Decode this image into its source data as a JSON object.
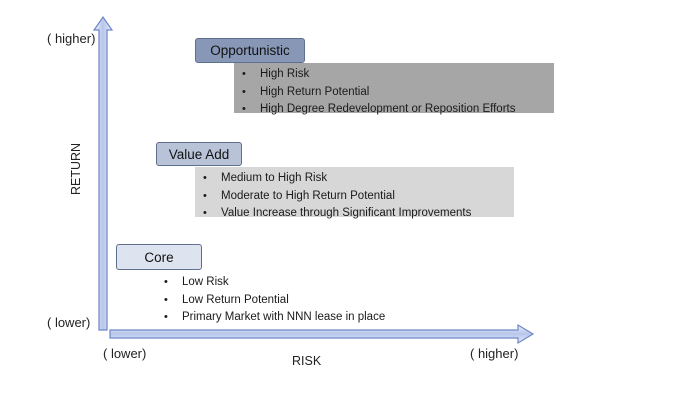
{
  "axes": {
    "y_label": "RETURN",
    "y_high": "( higher)",
    "y_low": "( lower)",
    "x_label": "RISK",
    "x_low": "( lower)",
    "x_high": "( higher)"
  },
  "tiers": {
    "opportunistic": {
      "label": "Opportunistic",
      "bullets": [
        "High Risk",
        "High Return Potential",
        "High Degree Redevelopment or Reposition Efforts"
      ]
    },
    "value_add": {
      "label": "Value Add",
      "bullets": [
        "Medium to High Risk",
        "Moderate to High Return Potential",
        "Value Increase through Significant Improvements"
      ]
    },
    "core": {
      "label": "Core",
      "bullets": [
        "Low Risk",
        "Low Return Potential",
        "Primary Market with NNN lease in place"
      ]
    }
  },
  "colors": {
    "axis_fill": "#d9e2f5",
    "axis_stroke": "#6f86c9",
    "opportunistic_label_bg": "#8797b5",
    "opportunistic_panel_bg": "#a6a6a6",
    "value_add_label_bg": "#b9c3d8",
    "value_add_panel_bg": "#d7d7d7",
    "core_label_bg": "#dde3ef"
  }
}
